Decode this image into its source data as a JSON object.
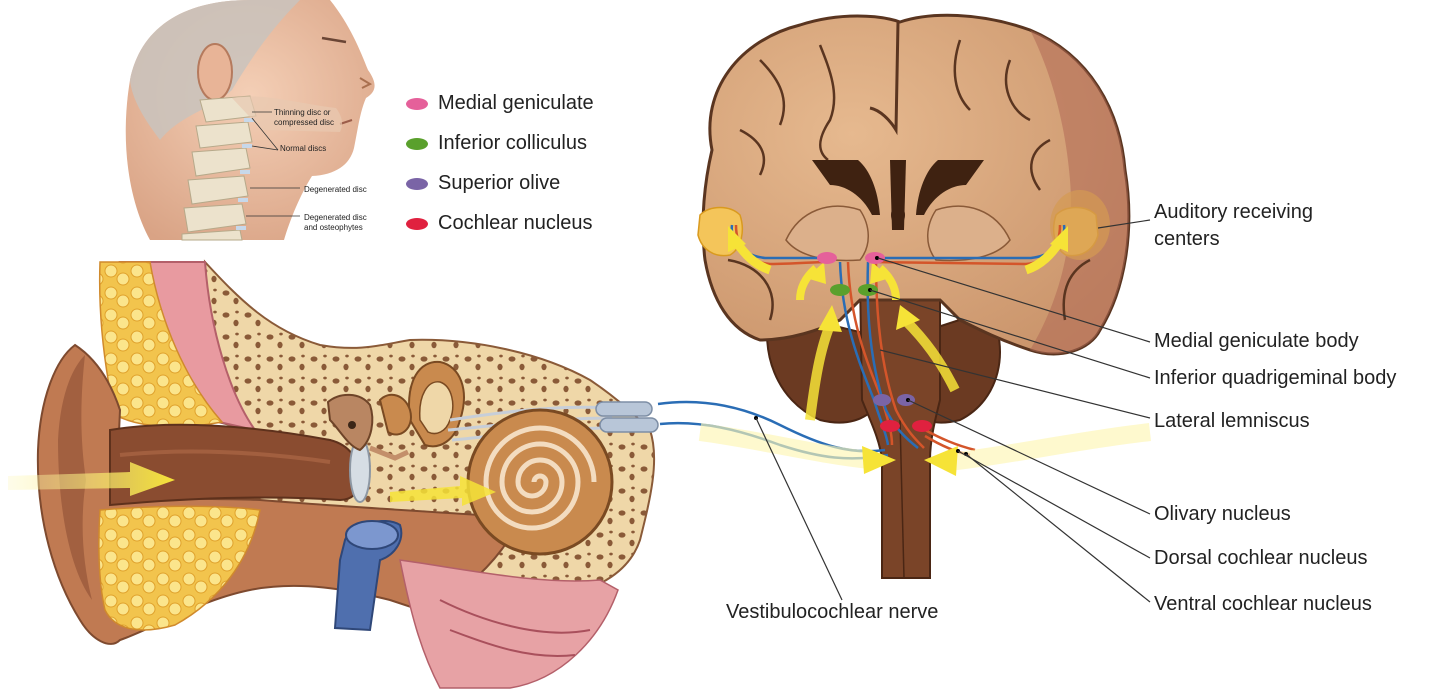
{
  "legend": {
    "items": [
      {
        "label": "Medial geniculate",
        "color": "#e5609a"
      },
      {
        "label": "Inferior colliculus",
        "color": "#5aa02c"
      },
      {
        "label": "Superior olive",
        "color": "#7a64a6"
      },
      {
        "label": "Cochlear nucleus",
        "color": "#e0213f"
      }
    ]
  },
  "labels": {
    "auditory_line1": "Auditory receiving",
    "auditory_line2": "centers",
    "medial_geniculate_body": "Medial geniculate body",
    "inferior_quadrigeminal_body": "Inferior quadrigeminal body",
    "lateral_lemniscus": "Lateral lemniscus",
    "olivary_nucleus": "Olivary nucleus",
    "dorsal_cochlear_nucleus": "Dorsal cochlear nucleus",
    "ventral_cochlear_nucleus": "Ventral cochlear nucleus",
    "vestibulocochlear_nerve": "Vestibulocochlear nerve"
  },
  "spine_inset": {
    "thinning_line1": "Thinning disc or",
    "thinning_line2": "compressed disc",
    "normal_discs": "Normal discs",
    "degenerated_disc": "Degenerated disc",
    "osteophytes_line1": "Degenerated disc",
    "osteophytes_line2": "and osteophytes"
  },
  "colors": {
    "brain_tissue": "#d9a77c",
    "brainstem": "#6b3a22",
    "pathway_blue": "#2a6db5",
    "pathway_orange": "#d4552a",
    "arrow_yellow": "#f6e337",
    "ear_canal": "#9a5a3c",
    "cochlea": "#c98a4e"
  }
}
